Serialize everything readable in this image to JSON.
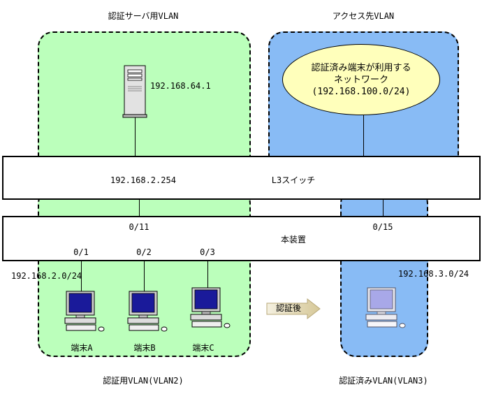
{
  "zones": {
    "auth_server_vlan": "認証サーバ用VLAN",
    "access_vlan": "アクセス先VLAN",
    "auth_vlan": "認証用VLAN(VLAN2)",
    "authed_vlan": "認証済みVLAN(VLAN3)"
  },
  "server": {
    "ip": "192.168.64.1"
  },
  "network": {
    "line1": "認証済み端末が利用する",
    "line2": "ネットワーク",
    "line3": "(192.168.100.0/24)"
  },
  "l3switch": {
    "label": "L3スイッチ",
    "ip": "192.168.2.254"
  },
  "device": {
    "label": "本装置",
    "uplink_port": "0/11",
    "port_authed": "0/15",
    "ports": [
      "0/1",
      "0/2",
      "0/3"
    ]
  },
  "subnets": {
    "auth": "192.168.2.0/24",
    "authed": "192.168.3.0/24"
  },
  "terminals": [
    "端末A",
    "端末B",
    "端末C"
  ],
  "after_auth": "認証後",
  "colors": {
    "green_zone": "#bbffbb",
    "blue_zone": "#88bbf5",
    "network": "#ffffbb"
  }
}
